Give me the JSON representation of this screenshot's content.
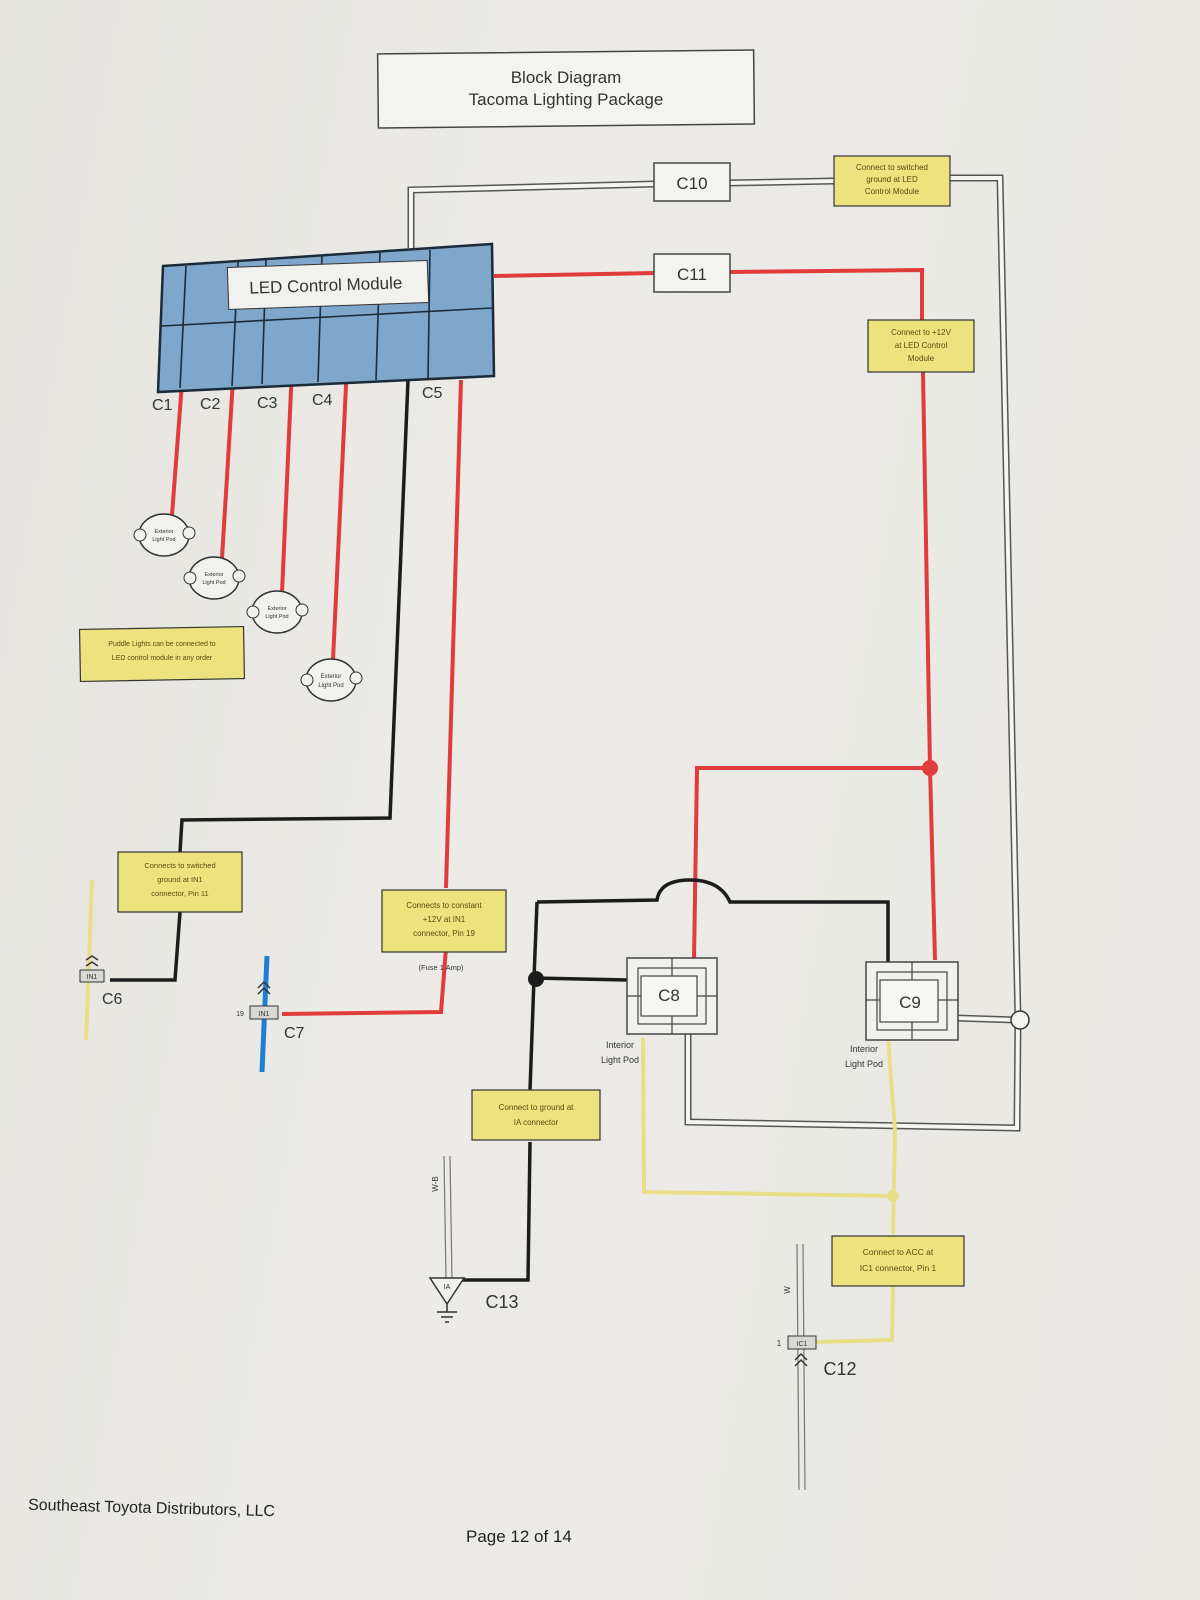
{
  "title": {
    "line1": "Block Diagram",
    "line2": "Tacoma Lighting Package"
  },
  "module": {
    "label": "LED Control Module"
  },
  "connectors": {
    "c1": "C1",
    "c2": "C2",
    "c3": "C3",
    "c4": "C4",
    "c5": "C5",
    "c6": "C6",
    "c7": "C7",
    "c8": "C8",
    "c9": "C9",
    "c10": "C10",
    "c11": "C11",
    "c12": "C12",
    "c13": "C13"
  },
  "pods": {
    "exterior_line1": "Exterior",
    "exterior_line2": "Light Pod",
    "interior_c8": [
      "Interior",
      "Light Pod"
    ],
    "interior_c9": [
      "Interior",
      "Light Pod"
    ]
  },
  "notes": {
    "c10": [
      "Connect to switched",
      "ground at LED",
      "Control Module"
    ],
    "c11": [
      "Connect to +12V",
      "at LED Control",
      "Module"
    ],
    "puddle": [
      "Puddle Lights can be connected to",
      "LED control module in any order"
    ],
    "c6": [
      "Connects to switched",
      "ground at IN1",
      "connector, Pin 11"
    ],
    "c7": [
      "Connects to constant",
      "+12V at IN1",
      "connector, Pin 19"
    ],
    "fuse": "(Fuse 1 Amp)",
    "c13": [
      "Connect to ground at",
      "IA connector"
    ],
    "c12": [
      "Connect to ACC at",
      "IC1 connector, Pin 1"
    ]
  },
  "plugs": {
    "in1_c6": "IN1",
    "in1_c7": "IN1",
    "pin_c7": "19",
    "ic1": "IC1",
    "pin_ic1": "1",
    "ia": "IA"
  },
  "wire_codes": {
    "wb": "W-B",
    "w": "W"
  },
  "footer": {
    "company": "Southeast Toyota Distributors, LLC",
    "page": "Page 12 of 14"
  },
  "colors": {
    "red_wire": "#e23b3b",
    "black_wire": "#1c1c1c",
    "yellow_wire": "#e8df88",
    "blue_wire": "#1f7fd4",
    "module_fill": "#7fa7cb",
    "note_fill": "#ece37f"
  }
}
